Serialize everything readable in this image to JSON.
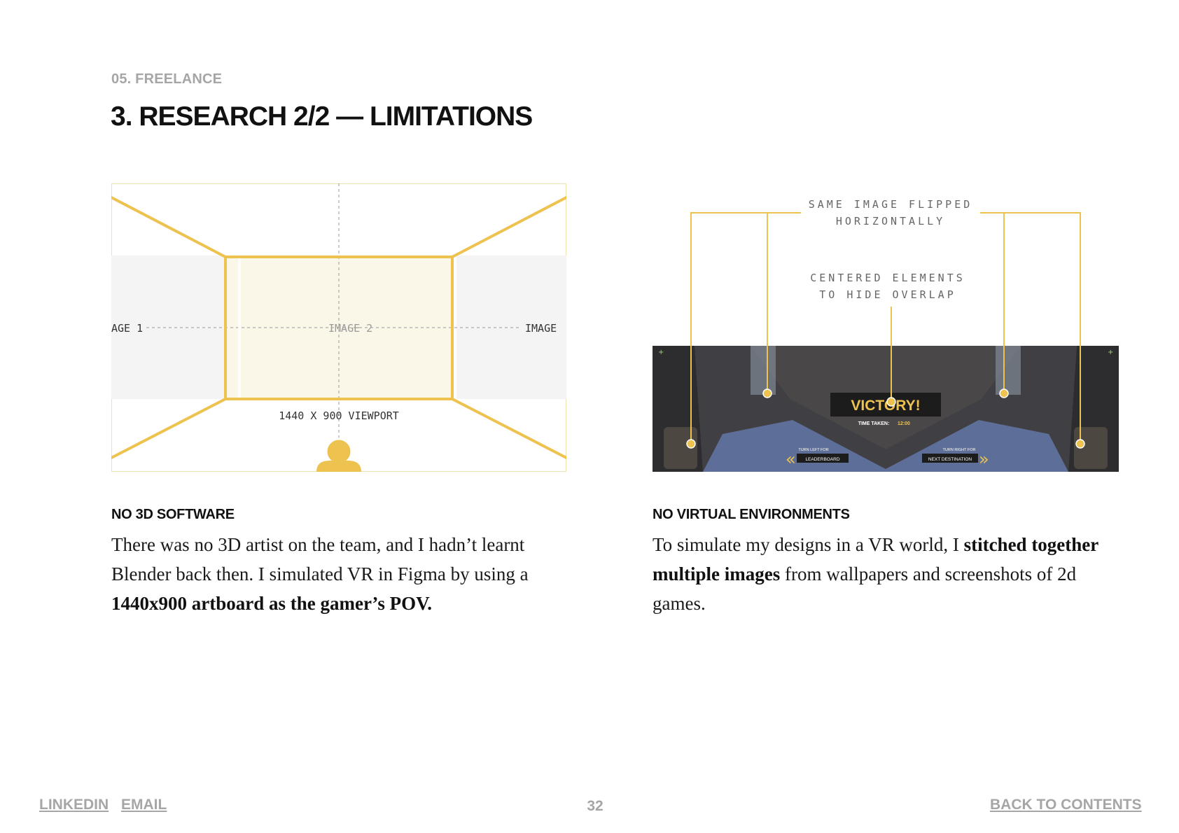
{
  "header": {
    "section_label": "05. FREELANCE",
    "title": "3. RESEARCH 2/2 — LIMITATIONS"
  },
  "left_figure": {
    "label_image_1": "AGE 1",
    "label_image_2": "IMAGE 2",
    "label_image_3": "IMAGE",
    "viewport_label": "1440 X 900 VIEWPORT",
    "accent_color": "#eec24f",
    "icon": "user-icon"
  },
  "right_figure": {
    "callout_flipped_line1": "SAME IMAGE FLIPPED",
    "callout_flipped_line2": "HORIZONTALLY",
    "callout_centered_line1": "CENTERED ELEMENTS",
    "callout_centered_line2": "TO HIDE OVERLAP",
    "victory_title": "VICTORY!",
    "time_label": "TIME TAKEN:",
    "time_value": "12:00",
    "turn_left_label": "TURN LEFT FOR",
    "leaderboard_label": "LEADERBOARD",
    "turn_right_label": "TURN RIGHT FOR",
    "next_destination_label": "NEXT DESTINATION",
    "accent_color": "#eec24f"
  },
  "left_column": {
    "heading": "NO 3D SOFTWARE",
    "body_part1": "There was no 3D artist on the team, and I hadn’t learnt Blender back then. I simulated VR in Figma by using a ",
    "body_bold": "1440x900 artboard as the gamer’s POV."
  },
  "right_column": {
    "heading": "NO VIRTUAL ENVIRONMENTS",
    "body_part1": "To simulate my designs in a VR world, I ",
    "body_bold": "stitched together multiple images",
    "body_part2": " from wallpapers and screenshots of 2d games."
  },
  "footer": {
    "linkedin": "LINKEDIN",
    "email": "EMAIL",
    "page_number": "32",
    "back_to_contents": "BACK TO CONTENTS"
  }
}
